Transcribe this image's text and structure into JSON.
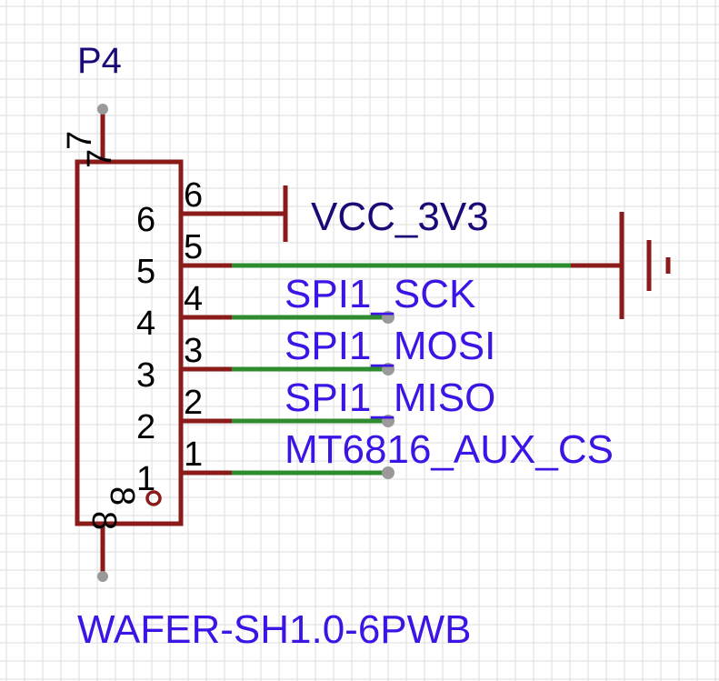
{
  "component": {
    "designator": "P4",
    "footprint": "WAFER-SH1.0-6PWB",
    "mount_pin_top": "7",
    "mount_pin_bottom": "8",
    "pins": [
      {
        "number": "6",
        "inner_label": "6",
        "net": "VCC_3V3"
      },
      {
        "number": "5",
        "inner_label": "5",
        "net": "GND"
      },
      {
        "number": "4",
        "inner_label": "4",
        "net": "SPI1_SCK"
      },
      {
        "number": "3",
        "inner_label": "3",
        "net": "SPI1_MOSI"
      },
      {
        "number": "2",
        "inner_label": "2",
        "net": "SPI1_MISO"
      },
      {
        "number": "1",
        "inner_label": "1",
        "net": "MT6816_AUX_CS"
      }
    ]
  },
  "nets": {
    "power": "VCC_3V3",
    "sck": "SPI1_SCK",
    "mosi": "SPI1_MOSI",
    "miso": "SPI1_MISO",
    "cs": "MT6816_AUX_CS"
  },
  "colors": {
    "background": "#ffffff",
    "grid": "#dcdcdc",
    "symbol": "#8b1a1a",
    "wire": "#2e8b2e",
    "net_label": "#3c14e6",
    "power_label": "#1a0a78",
    "designator": "#1a0a78",
    "pin_end": "#9a9a9a",
    "text": "#000000"
  }
}
